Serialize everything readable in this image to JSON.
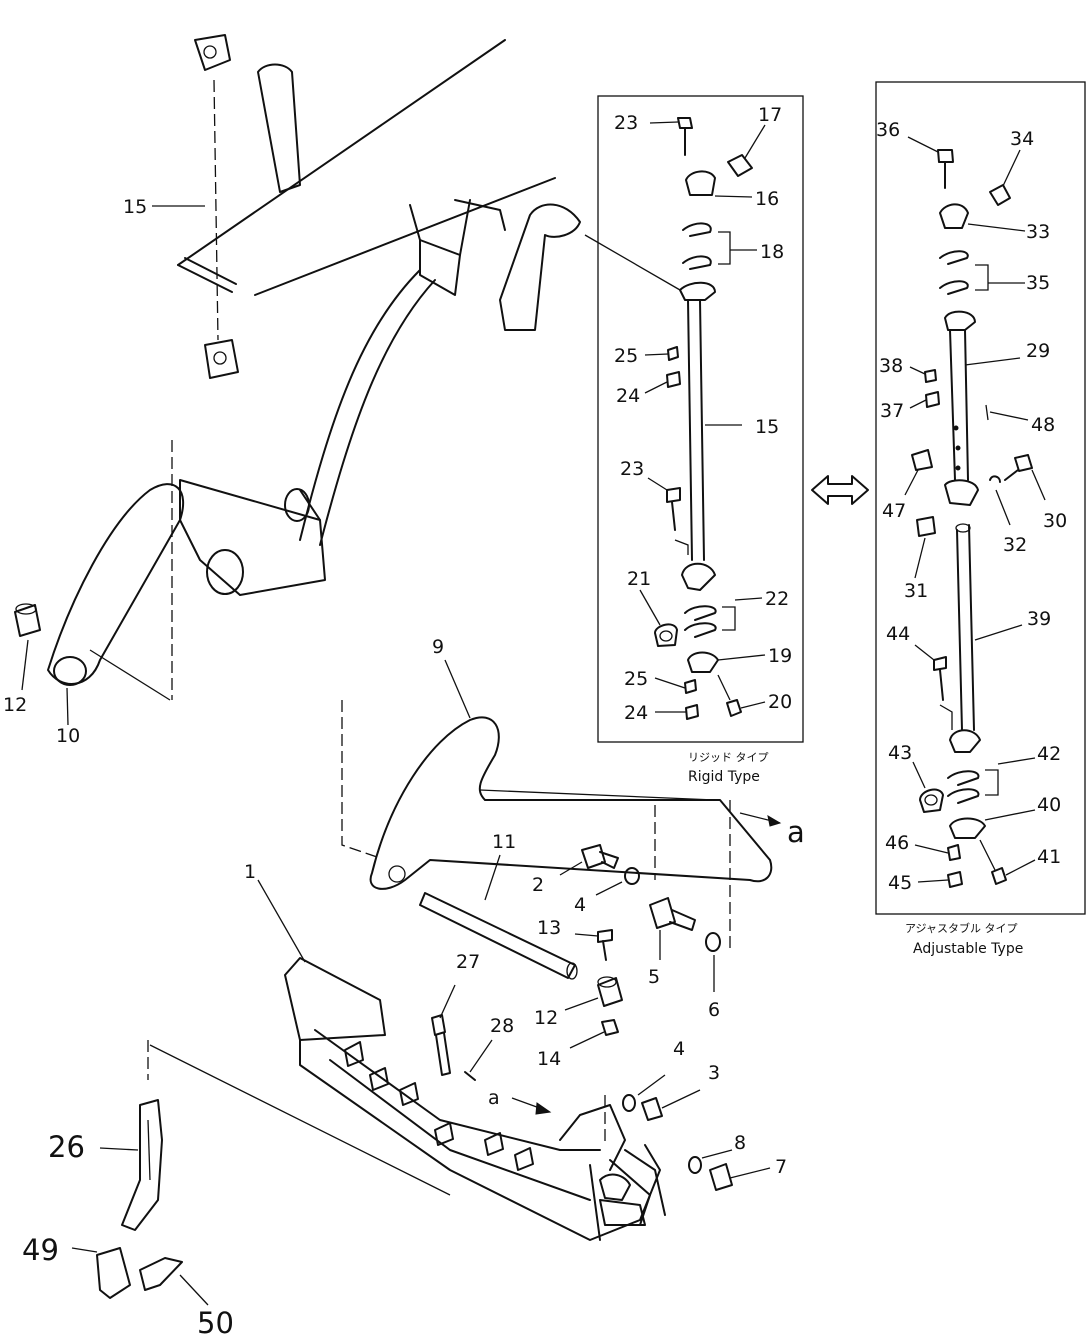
{
  "diagram": {
    "labels": {
      "n1": "1",
      "n2": "2",
      "n3": "3",
      "n4a": "4",
      "n4b": "4",
      "n5": "5",
      "n6": "6",
      "n7": "7",
      "n8": "8",
      "n9": "9",
      "n10": "10",
      "n11": "11",
      "n12a": "12",
      "n12b": "12",
      "n13": "13",
      "n14": "14",
      "n15a": "15",
      "n15b": "15",
      "n16": "16",
      "n17": "17",
      "n18": "18",
      "n19": "19",
      "n20": "20",
      "n21": "21",
      "n22": "22",
      "n23a": "23",
      "n23b": "23",
      "n24a": "24",
      "n24b": "24",
      "n25a": "25",
      "n25b": "25",
      "n26": "26",
      "n27": "27",
      "n28": "28",
      "n29": "29",
      "n30": "30",
      "n31": "31",
      "n32": "32",
      "n33": "33",
      "n34": "34",
      "n35": "35",
      "n36": "36",
      "n37": "37",
      "n38": "38",
      "n39": "39",
      "n40": "40",
      "n41": "41",
      "n42": "42",
      "n43": "43",
      "n44": "44",
      "n45": "45",
      "n46": "46",
      "n47": "47",
      "n48": "48",
      "n49": "49",
      "n50": "50",
      "ref_a1": "a",
      "ref_a2": "a"
    },
    "boxes": {
      "rigid_jp": "リジッド タイプ",
      "rigid_en": "Rigid Type",
      "adjustable_jp": "アジャスタブル タイプ",
      "adjustable_en": "Adjustable Type"
    }
  }
}
